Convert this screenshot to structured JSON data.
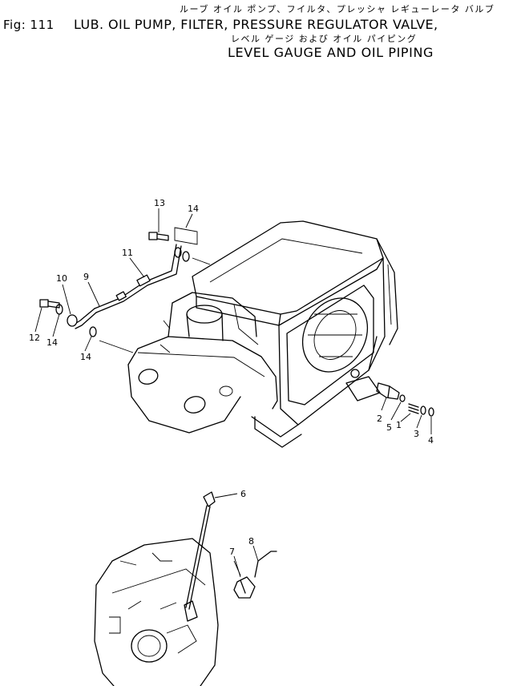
{
  "header": {
    "fig_label": "Fig: 111",
    "title_jp_line1": "ルーブ オイル ポンプ、フイルタ、プレッシャ レギューレータ バルブ",
    "title_en_line1": "LUB. OIL PUMP, FILTER, PRESSURE REGULATOR VALVE,",
    "title_jp_line2": "レベル ゲージ および オイル パイピング",
    "title_en_line2": "LEVEL GAUGE AND OIL PIPING"
  },
  "callouts": [
    "1",
    "2",
    "3",
    "4",
    "5",
    "6",
    "7",
    "8",
    "9",
    "10",
    "11",
    "12",
    "13",
    "14",
    "14",
    "14"
  ]
}
